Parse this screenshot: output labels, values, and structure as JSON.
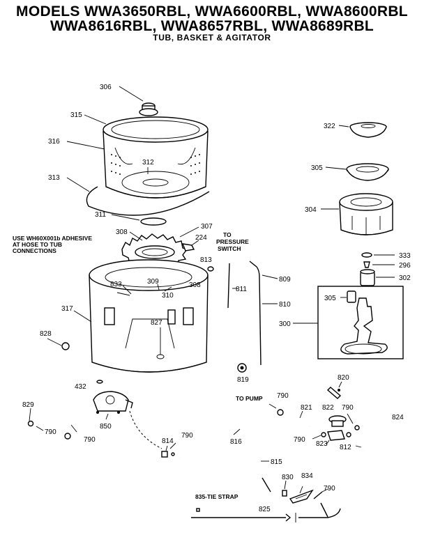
{
  "header": {
    "line1": "MODELS WWA3650RBL, WWA6600RBL, WWA8600RBL",
    "line2": "WWA8616RBL, WWA8657RBL, WWA8689RBL",
    "subtitle": "TUB, BASKET & AGITATOR"
  },
  "notes": {
    "adhesive_1": "USE WH60X001b ADHESIVE",
    "adhesive_2": "AT HOSE TO TUB",
    "adhesive_3": "CONNECTIONS",
    "pressure_1": "TO",
    "pressure_2": "PRESSURE",
    "pressure_3": "SWITCH",
    "to_pump": "TO PUMP",
    "tie_strap": "835-TIE STRAP"
  },
  "parts": {
    "p306": "306",
    "p315": "315",
    "p316": "316",
    "p312": "312",
    "p313": "313",
    "p311": "311",
    "p308a": "308",
    "p307": "307",
    "p224": "224",
    "p813": "813",
    "p833": "833",
    "p309": "309",
    "p308b": "308",
    "p310": "310",
    "p811": "811",
    "p809": "809",
    "p810": "810",
    "p317": "317",
    "p827": "827",
    "p828": "828",
    "p819": "819",
    "p432": "432",
    "p829": "829",
    "p790a": "790",
    "p790b": "790",
    "p850": "850",
    "p814": "814",
    "p790c": "790",
    "p816": "816",
    "p815": "815",
    "p790d": "790",
    "p821": "821",
    "p820": "820",
    "p822": "822",
    "p790e": "790",
    "p824": "824",
    "p790f": "790",
    "p823": "823",
    "p812": "812",
    "p830": "830",
    "p834": "834",
    "p790g": "790",
    "p825": "825",
    "p322": "322",
    "p305a": "305",
    "p304": "304",
    "p333": "333",
    "p296": "296",
    "p302": "302",
    "p305b": "305",
    "p300": "300"
  }
}
